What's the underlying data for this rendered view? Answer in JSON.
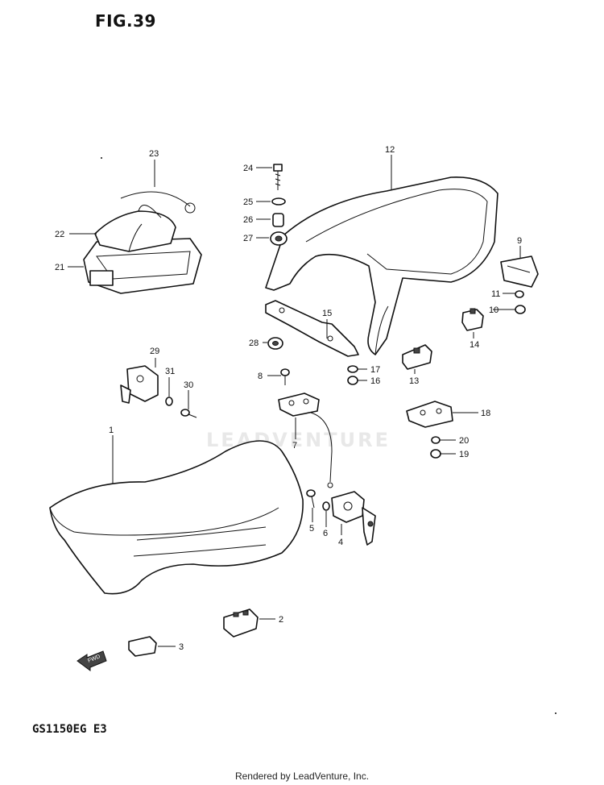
{
  "figure_title": "FIG.39",
  "model_code": "GS1150EG  E3",
  "watermark": "LEADVENTURE",
  "footer": "Rendered by LeadVenture, Inc.",
  "fwd_arrow_label": "FWD",
  "callouts": [
    {
      "id": "c1",
      "label": "1"
    },
    {
      "id": "c2",
      "label": "2"
    },
    {
      "id": "c3",
      "label": "3"
    },
    {
      "id": "c4",
      "label": "4"
    },
    {
      "id": "c5",
      "label": "5"
    },
    {
      "id": "c6",
      "label": "6"
    },
    {
      "id": "c7",
      "label": "7"
    },
    {
      "id": "c8",
      "label": "8"
    },
    {
      "id": "c9",
      "label": "9"
    },
    {
      "id": "c10",
      "label": "10"
    },
    {
      "id": "c11",
      "label": "11"
    },
    {
      "id": "c12",
      "label": "12"
    },
    {
      "id": "c13",
      "label": "13"
    },
    {
      "id": "c14",
      "label": "14"
    },
    {
      "id": "c15",
      "label": "15"
    },
    {
      "id": "c16",
      "label": "16"
    },
    {
      "id": "c17",
      "label": "17"
    },
    {
      "id": "c18",
      "label": "18"
    },
    {
      "id": "c19",
      "label": "19"
    },
    {
      "id": "c20",
      "label": "20"
    },
    {
      "id": "c21",
      "label": "21"
    },
    {
      "id": "c22",
      "label": "22"
    },
    {
      "id": "c23",
      "label": "23"
    },
    {
      "id": "c24",
      "label": "24"
    },
    {
      "id": "c25",
      "label": "25"
    },
    {
      "id": "c26",
      "label": "26"
    },
    {
      "id": "c27",
      "label": "27"
    },
    {
      "id": "c28",
      "label": "28"
    },
    {
      "id": "c29",
      "label": "29"
    },
    {
      "id": "c30",
      "label": "30"
    },
    {
      "id": "c31",
      "label": "31"
    }
  ]
}
